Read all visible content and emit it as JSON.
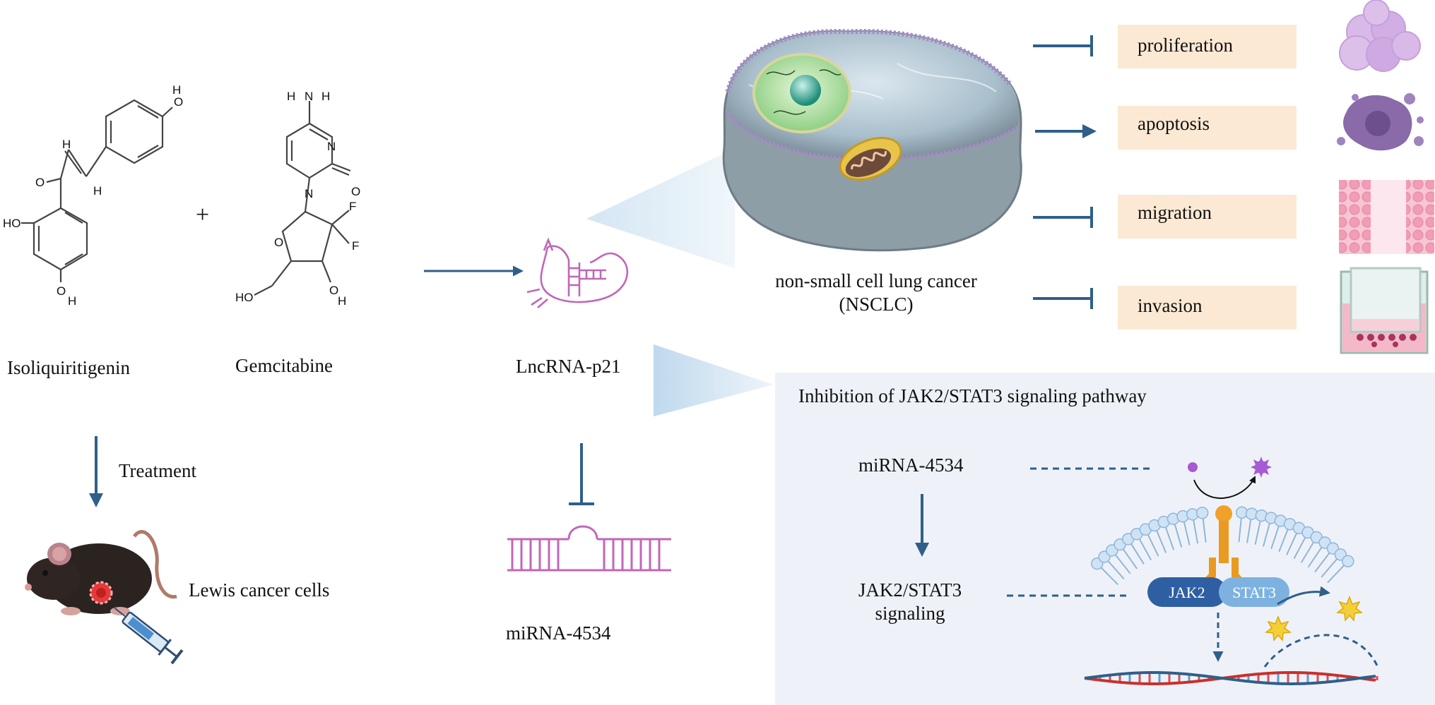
{
  "colors": {
    "arrow": "#2f5f8a",
    "box_fill": "#fbe9d3",
    "panel_fill": "#eef2f8",
    "rna": "#c167b8",
    "oxygen": "#e0302a",
    "nitrogen": "#2747d6",
    "fluorine": "#4fa84c"
  },
  "compounds": {
    "a_label": "Isoliquiritigenin",
    "b_label": "Gemcitabine",
    "plus": "+",
    "a_atoms": {
      "oh_top": "O",
      "h_top": "H",
      "o_carbonyl": "O",
      "h1": "H",
      "h2": "H",
      "ho_left": "HO",
      "oh_bottom": "O",
      "h_bottom": "H"
    },
    "b_atoms": {
      "h_n": "H",
      "n_amine": "N",
      "h_n2": "H",
      "n_ring": "N",
      "n_ring2": "N",
      "o_keto": "O",
      "o_ring": "O",
      "f1": "F",
      "f2": "F",
      "ho_left": "HO",
      "o_right": "O",
      "h_right": "H"
    }
  },
  "treatment": {
    "label": "Treatment",
    "mouse_label": "Lewis cancer cells"
  },
  "lncrna": {
    "label": "LncRNA-p21"
  },
  "mirna": {
    "label": "miRNA-4534"
  },
  "cell": {
    "label_line1": "non-small cell lung cancer",
    "label_line2": "(NSCLC)"
  },
  "effects": [
    {
      "label": "proliferation",
      "effect": "inhibit"
    },
    {
      "label": "apoptosis",
      "effect": "promote"
    },
    {
      "label": "migration",
      "effect": "inhibit"
    },
    {
      "label": "invasion",
      "effect": "inhibit"
    }
  ],
  "pathway": {
    "title": "Inhibition of JAK2/STAT3 signaling pathway",
    "mirna_label": "miRNA-4534",
    "signal_line1": "JAK2/STAT3",
    "signal_line2": "signaling",
    "jak2": "JAK2",
    "stat3": "STAT3"
  }
}
